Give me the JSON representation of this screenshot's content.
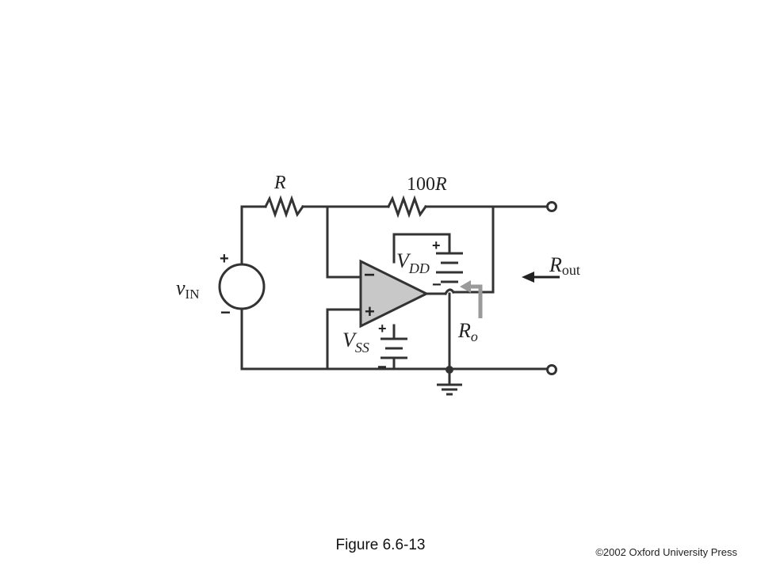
{
  "diagram": {
    "labels": {
      "resistor_r": "R",
      "resistor_100r_num": "100",
      "resistor_100r_var": "R",
      "vin_main": "v",
      "vin_sub": "IN",
      "vdd_main": "V",
      "vdd_sub": "DD",
      "vss_main": "V",
      "vss_sub": "SS",
      "ro_main": "R",
      "ro_sub": "o",
      "rout_main": "R",
      "rout_sub": "out"
    },
    "signs": {
      "plus": "+",
      "minus": "−"
    },
    "colors": {
      "wire": "#333333",
      "opamp_fill": "#c8c8c8",
      "arrow_gray": "#9a9a9a"
    }
  },
  "caption": "Figure 6.6-13",
  "copyright": "©2002 Oxford University Press"
}
